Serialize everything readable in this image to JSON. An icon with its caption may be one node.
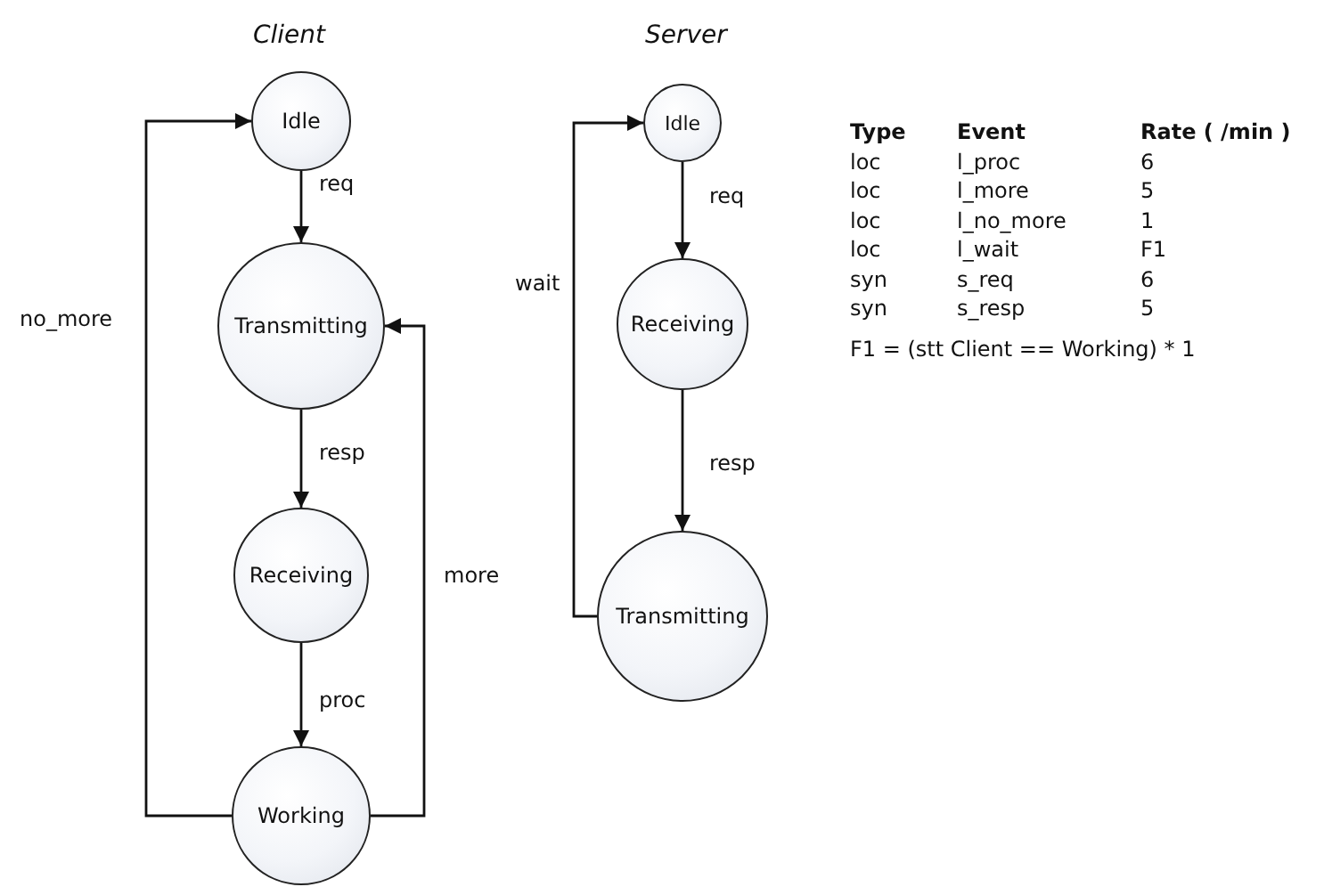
{
  "diagram": {
    "nodes": [
      {
        "text": [
          "Idle"
        ]
      },
      {
        "text": [
          "Transmitting"
        ]
      },
      {
        "text": [
          "Receiving"
        ]
      },
      {
        "text": [
          "Working"
        ]
      },
      {
        "text": [
          "Idle"
        ]
      },
      {
        "text": [
          "Receiving"
        ]
      },
      {
        "text": [
          "Transmitting"
        ]
      }
    ],
    "edges": [
      {
        "from": 0,
        "to": 1,
        "label": "req",
        "arrow": "to"
      },
      {
        "from": 1,
        "to": 2,
        "label": "resp",
        "arrow": "to"
      },
      {
        "from": 2,
        "to": 3,
        "label": "proc",
        "arrow": "to"
      },
      {
        "from": 3,
        "to": 0,
        "label": "no_more",
        "arrow": "to"
      },
      {
        "from": 3,
        "to": 1,
        "label": "more",
        "arrow": "to"
      },
      {
        "from": 4,
        "to": 5,
        "label": "req",
        "arrow": "to"
      },
      {
        "from": 5,
        "to": 6,
        "label": "resp",
        "arrow": "to"
      },
      {
        "from": 6,
        "to": 4,
        "label": "wait",
        "arrow": "to"
      }
    ],
    "labels": [
      "Client",
      "Server",
      "Type",
      "Event",
      "Rate ( /min )",
      "loc",
      "l_proc",
      "6",
      "loc",
      "l_more",
      "5",
      "loc",
      "l_no_more",
      "1",
      "loc",
      "l_wait",
      "F1",
      "syn",
      "s_req",
      "6",
      "syn",
      "s_resp",
      "5",
      "F1 = (stt Client == Working) * 1"
    ]
  }
}
